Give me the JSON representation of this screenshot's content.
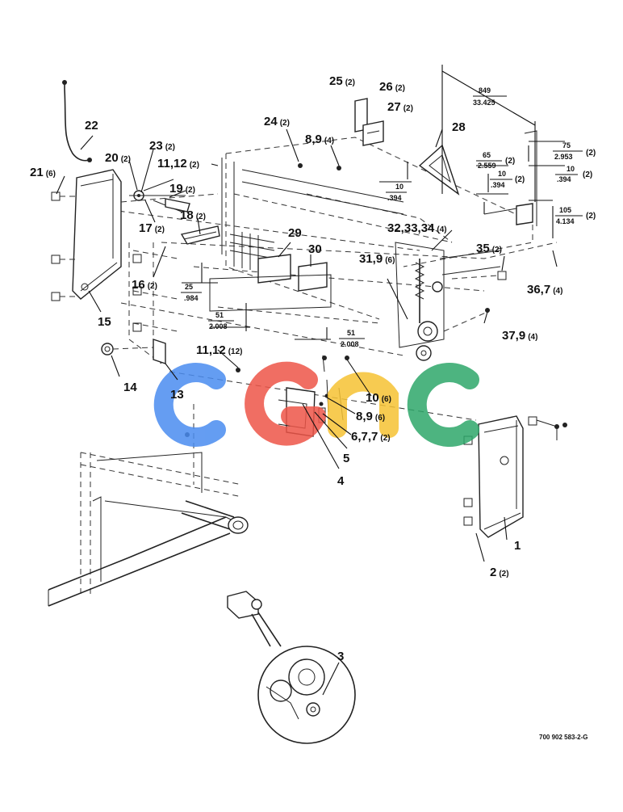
{
  "parts": [
    {
      "num": "1",
      "qty": ""
    },
    {
      "num": "2",
      "qty": "(2)"
    },
    {
      "num": "3",
      "qty": ""
    },
    {
      "num": "4",
      "qty": ""
    },
    {
      "num": "5",
      "qty": ""
    },
    {
      "num": "6,7,7",
      "qty": "(2)"
    },
    {
      "num": "8,9",
      "qty": "(6)"
    },
    {
      "num": "10",
      "qty": "(6)"
    },
    {
      "num": "11,12",
      "qty": "(12)"
    },
    {
      "num": "13",
      "qty": ""
    },
    {
      "num": "14",
      "qty": ""
    },
    {
      "num": "15",
      "qty": ""
    },
    {
      "num": "16",
      "qty": "(2)"
    },
    {
      "num": "17",
      "qty": "(2)"
    },
    {
      "num": "18",
      "qty": "(2)"
    },
    {
      "num": "19",
      "qty": "(2)"
    },
    {
      "num": "20",
      "qty": "(2)"
    },
    {
      "num": "21",
      "qty": "(6)"
    },
    {
      "num": "22",
      "qty": ""
    },
    {
      "num": "23",
      "qty": "(2)"
    },
    {
      "num": "11,12",
      "qty": "(2)"
    },
    {
      "num": "24",
      "qty": "(2)"
    },
    {
      "num": "8,9",
      "qty": "(4)"
    },
    {
      "num": "25",
      "qty": "(2)"
    },
    {
      "num": "26",
      "qty": "(2)"
    },
    {
      "num": "27",
      "qty": "(2)"
    },
    {
      "num": "28",
      "qty": ""
    },
    {
      "num": "29",
      "qty": ""
    },
    {
      "num": "30",
      "qty": ""
    },
    {
      "num": "31,9",
      "qty": "(6)"
    },
    {
      "num": "32,33,34",
      "qty": "(4)"
    },
    {
      "num": "35",
      "qty": "(2)"
    },
    {
      "num": "36,7",
      "qty": "(4)"
    },
    {
      "num": "37,9",
      "qty": "(4)"
    }
  ],
  "dimensions": [
    {
      "mm": "849",
      "inch": "33.425",
      "qty": ""
    },
    {
      "mm": "75",
      "inch": "2.953",
      "qty": "(2)"
    },
    {
      "mm": "65",
      "inch": "2.559",
      "qty": "(2)"
    },
    {
      "mm": "10",
      "inch": ".394",
      "qty": "(2)"
    },
    {
      "mm": "10",
      "inch": ".394",
      "qty": "(2)"
    },
    {
      "mm": "10",
      "inch": ".394",
      "qty": ""
    },
    {
      "mm": "105",
      "inch": "4.134",
      "qty": "(2)"
    },
    {
      "mm": "25",
      "inch": ".984",
      "qty": ""
    },
    {
      "mm": "51",
      "inch": "2.008",
      "qty": ""
    },
    {
      "mm": "51",
      "inch": "2.008",
      "qty": ""
    }
  ],
  "watermark": {
    "text": "CGNC",
    "colors": [
      "#4a8cf0",
      "#ee5548",
      "#f6c233",
      "#2ea76a"
    ]
  },
  "drawing_number": "700 902 583-2-G"
}
